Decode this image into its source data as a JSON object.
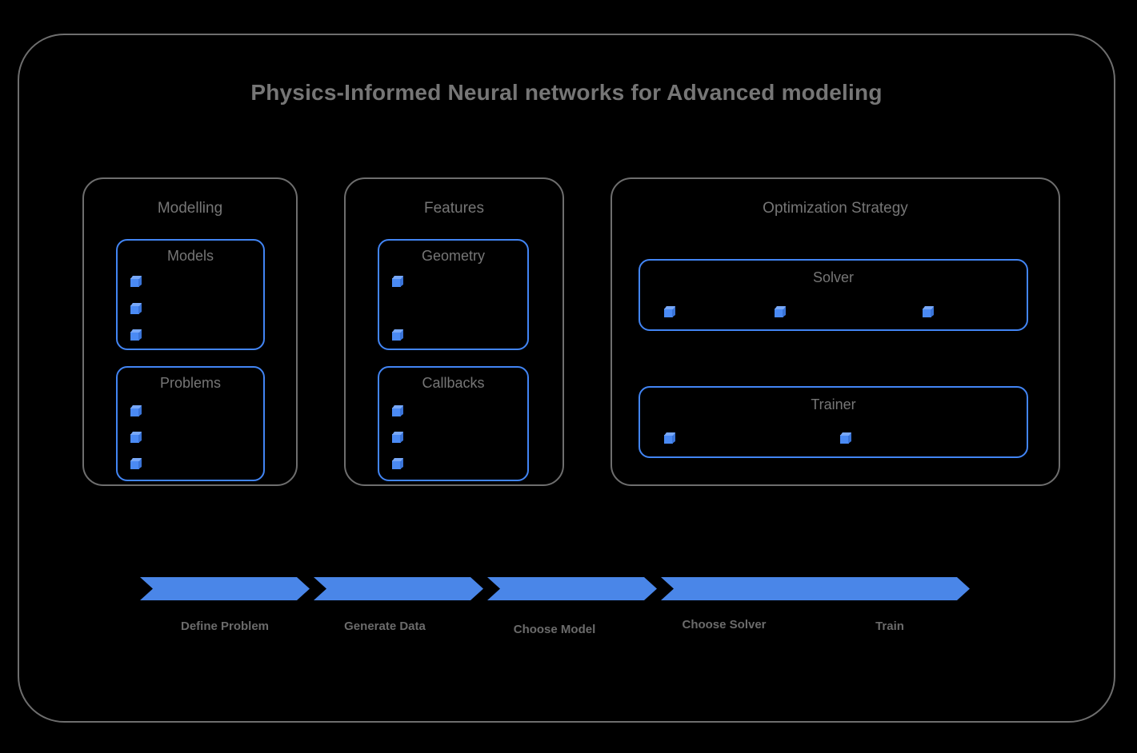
{
  "diagram": {
    "title": "Physics-Informed Neural networks for Advanced modeling",
    "colors": {
      "background": "#000000",
      "frame_border": "#6e6e6e",
      "title_text": "#767676",
      "accent_blue": "#4285f4",
      "arrow_blue": "#4a86e8",
      "cube_blue": "#4a8af4"
    },
    "groups": [
      {
        "name": "modelling",
        "title": "Modelling",
        "boxes": [
          {
            "name": "models",
            "title": "Models",
            "marker_count": 3,
            "marker_layout": "vertical",
            "marker_slots": [
              1,
              2,
              3
            ]
          },
          {
            "name": "problems",
            "title": "Problems",
            "marker_count": 3,
            "marker_layout": "vertical",
            "marker_slots": [
              1,
              2,
              3
            ]
          }
        ]
      },
      {
        "name": "features",
        "title": "Features",
        "boxes": [
          {
            "name": "geometry",
            "title": "Geometry",
            "marker_count": 2,
            "marker_layout": "vertical",
            "marker_slots": [
              1,
              3
            ]
          },
          {
            "name": "callbacks",
            "title": "Callbacks",
            "marker_count": 3,
            "marker_layout": "vertical",
            "marker_slots": [
              1,
              2,
              3
            ]
          }
        ]
      },
      {
        "name": "optimization-strategy",
        "title": "Optimization Strategy",
        "boxes": [
          {
            "name": "solver",
            "title": "Solver",
            "marker_count": 3,
            "marker_layout": "horizontal",
            "marker_slots": [
              1,
              2,
              3
            ]
          },
          {
            "name": "trainer",
            "title": "Trainer",
            "marker_count": 2,
            "marker_layout": "horizontal",
            "marker_slots": [
              1,
              2
            ]
          }
        ]
      }
    ],
    "workflow": {
      "steps": [
        {
          "name": "define-problem",
          "label": "Define Problem"
        },
        {
          "name": "generate-data",
          "label": "Generate Data"
        },
        {
          "name": "choose-model",
          "label": "Choose Model"
        },
        {
          "name": "choose-solver",
          "label": "Choose Solver"
        },
        {
          "name": "train",
          "label": "Train"
        }
      ]
    }
  }
}
